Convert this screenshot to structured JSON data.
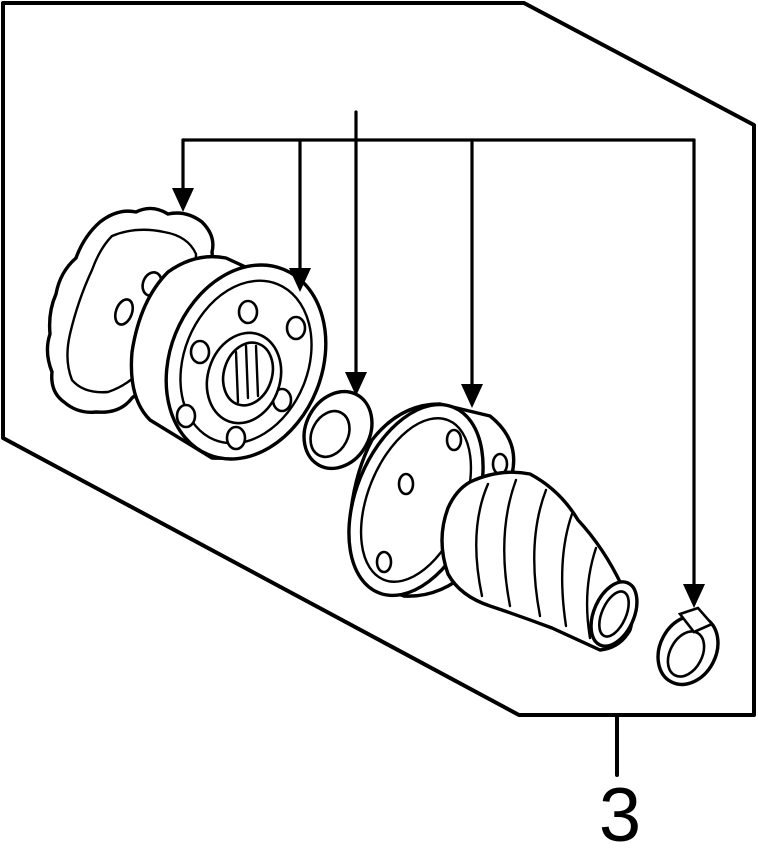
{
  "callout": {
    "number": "3"
  },
  "parts": [
    {
      "name": "inner-boot-flange"
    },
    {
      "name": "cv-joint-housing"
    },
    {
      "name": "circlip-washer"
    },
    {
      "name": "outer-boot"
    },
    {
      "name": "boot-clamp"
    }
  ]
}
